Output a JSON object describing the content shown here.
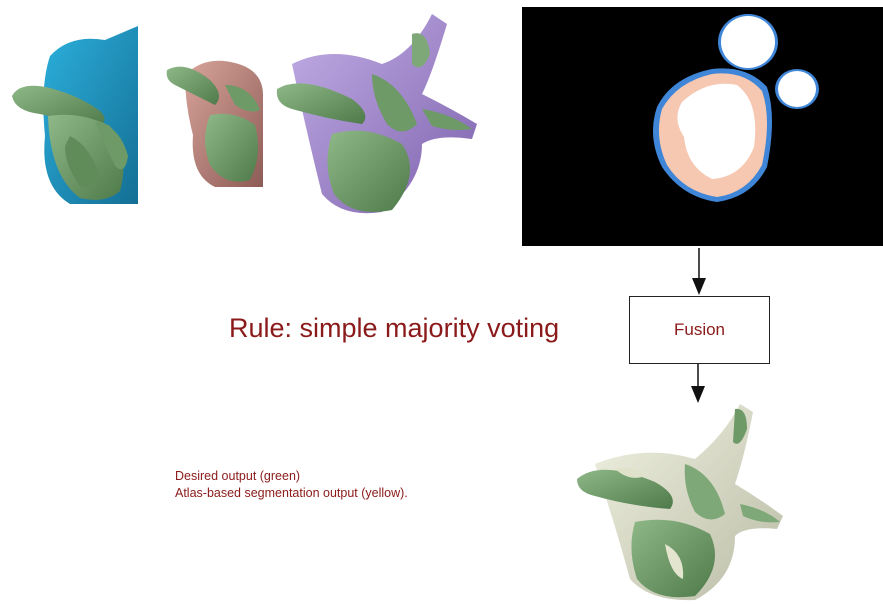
{
  "rule_text": "Rule: simple majority voting",
  "fusion_label": "Fusion",
  "legend": {
    "line1": "Desired output (green)",
    "line2": "Atlas-based segmentation output  (yellow)."
  },
  "colors": {
    "green": "#7aa373",
    "blue": "#1f9bc9",
    "pink": "#c9928a",
    "purple": "#a98fd0",
    "yellow_light": "#e6e8d2",
    "label_red": "#8b1a1a",
    "seg_blue": "#3f86d8",
    "seg_peach": "#f6c8b2"
  }
}
